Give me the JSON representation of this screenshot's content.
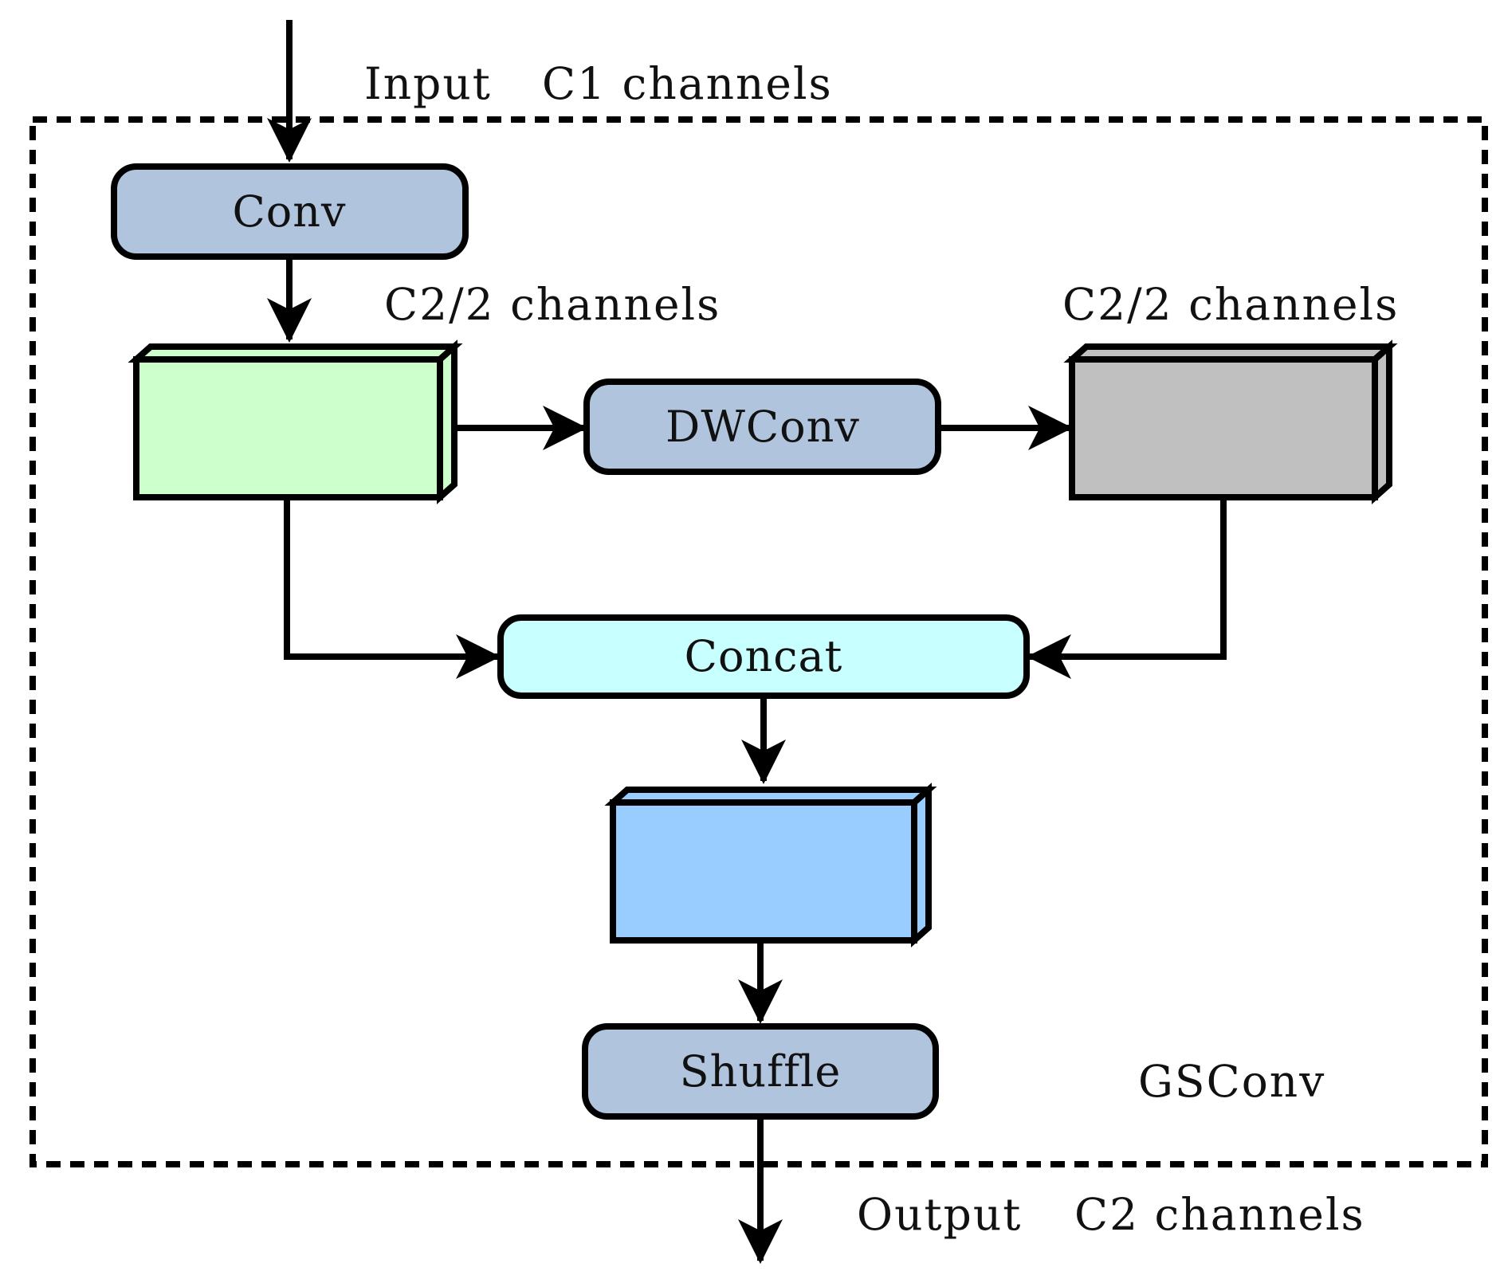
{
  "labels": {
    "input_text": "Input",
    "input_channels": "C1 channels",
    "branch_left_channels": "C2/2 channels",
    "branch_right_channels": "C2/2 channels",
    "module_name": "GSConv",
    "output_text": "Output",
    "output_channels": "C2 channels"
  },
  "nodes": {
    "conv": "Conv",
    "dwconv": "DWConv",
    "concat": "Concat",
    "shuffle": "Shuffle"
  },
  "colors": {
    "op_block_fill": "#b0c4de",
    "concat_fill": "#c8ffff",
    "tensor_green_fill": "#ccffcc",
    "tensor_gray_fill": "#c0c0c0",
    "tensor_blue_fill": "#99ccff",
    "stroke": "#000000"
  }
}
